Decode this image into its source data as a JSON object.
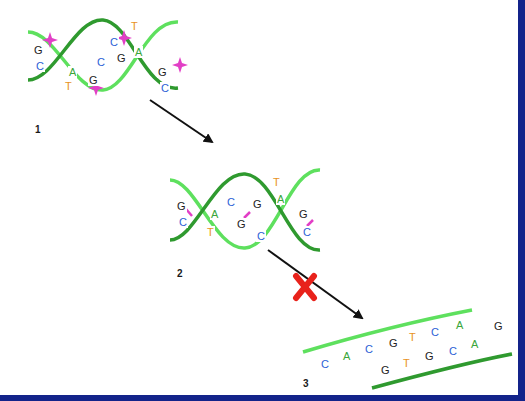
{
  "diagram": {
    "labels": [
      "G",
      "C",
      "A",
      "T",
      "C",
      "G",
      "C",
      "G",
      "T",
      "A",
      "G",
      "C",
      "1",
      "G",
      "C",
      "A",
      "T",
      "C",
      "G",
      "G",
      "C",
      "T",
      "A",
      "G",
      "C",
      "2",
      "C",
      "A",
      "C",
      "G",
      "T",
      "C",
      "A",
      "G",
      "T",
      "G",
      "C",
      "A",
      "G",
      "3"
    ]
  }
}
